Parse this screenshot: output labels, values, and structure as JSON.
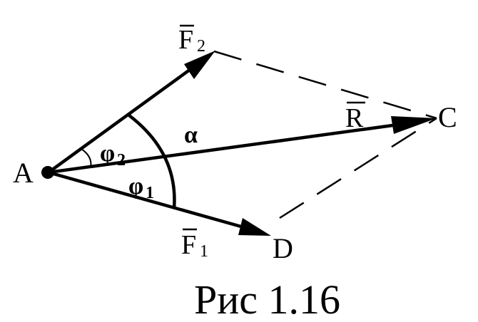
{
  "figure": {
    "caption": "Рис 1.16",
    "points": {
      "A": "A",
      "C": "C",
      "D": "D"
    },
    "vectors": {
      "F1": {
        "symbol": "F",
        "subscript": "1"
      },
      "F2": {
        "symbol": "F",
        "subscript": "2"
      },
      "R": {
        "symbol": "R"
      }
    },
    "angles": {
      "alpha": "α",
      "phi1": {
        "symbol": "φ",
        "subscript": "1"
      },
      "phi2": {
        "symbol": "φ",
        "subscript": "2"
      }
    }
  }
}
